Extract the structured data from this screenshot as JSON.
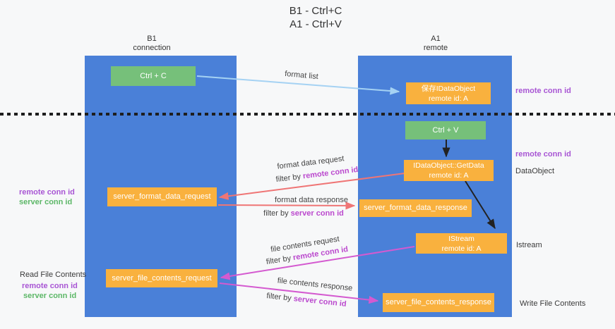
{
  "title": {
    "line1": "B1 - Ctrl+C",
    "line2": "A1 - Ctrl+V"
  },
  "lifelines": {
    "left": {
      "name": "B1",
      "role": "connection"
    },
    "right": {
      "name": "A1",
      "role": "remote"
    }
  },
  "boxes": {
    "ctrl_c": {
      "label": "Ctrl + C"
    },
    "ctrl_v": {
      "label": "Ctrl + V"
    },
    "save_idataobject": {
      "line1": "保存IDataObject",
      "line2": "remote id: A"
    },
    "getdata": {
      "line1": "IDataObject::GetData",
      "line2": "remote id: A"
    },
    "istream": {
      "line1": "IStream",
      "line2": "remote id: A"
    },
    "server_format_data_request": {
      "label": "server_format_data_request"
    },
    "server_format_data_response": {
      "label": "server_format_data_response"
    },
    "server_file_contents_request": {
      "label": "server_file_contents_request"
    },
    "server_file_contents_response": {
      "label": "server_file_contents_response"
    }
  },
  "arrow_labels": {
    "format_list": "format list",
    "format_data_request": "format data request",
    "format_data_response": "format data response",
    "file_contents_request": "file contents request",
    "file_contents_response": "file contents response",
    "filter_by": "filter by ",
    "remote_conn_id": "remote conn id",
    "server_conn_id": "server conn id"
  },
  "side_labels": {
    "top_right_remote_conn_id": "remote conn id",
    "mid_right_remote_conn_id": "remote conn id",
    "dataobject": "DataObject",
    "istream": "Istream",
    "write_file_contents": "Write File Contents",
    "left_remote_conn_id": "remote conn id",
    "left_server_conn_id": "server conn id",
    "read_file_contents": "Read File Contents",
    "read_remote_conn_id": "remote conn id",
    "read_server_conn_id": "server conn id"
  },
  "colors": {
    "background": "#f7f8f9",
    "lifeline_blue": "#4a80d8",
    "box_green": "#76c07a",
    "box_orange": "#f9b13e",
    "text_dark": "#3c3c3c",
    "conn_purple": "#a855d4",
    "conn_green": "#5cb767",
    "filter_highlight_purple": "#bb49ce",
    "arrow_blue": "#a5d2f3",
    "arrow_salmon": "#ef7575",
    "arrow_magenta": "#d45ad0",
    "arrow_black": "#222222"
  }
}
